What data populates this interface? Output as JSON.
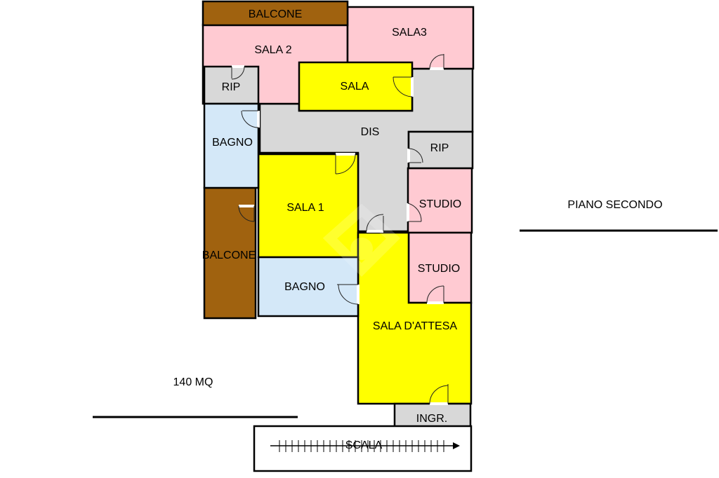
{
  "colors": {
    "balcony": "#a0620f",
    "pink": "#ffcad2",
    "yellow": "#ffff00",
    "grey": "#d8d8d8",
    "blue": "#d4e8f8",
    "line": "#000000"
  },
  "rooms": {
    "balcone_top": "BALCONE",
    "sala2": "SALA 2",
    "sala3": "SALA3",
    "sala": "SALA",
    "rip_left": "RIP",
    "dis": "DIS",
    "rip_right": "RIP",
    "bagno_left": "BAGNO",
    "sala1": "SALA 1",
    "studio_top": "STUDIO",
    "balcone_left": "BALCONE",
    "bagno_center": "BAGNO",
    "studio_bottom": "STUDIO",
    "sala_attesa": "SALA D'ATTESA",
    "ingresso": "INGR.",
    "scala": "SCALA"
  },
  "annotations": {
    "floor": "PIANO SECONDO",
    "area": "140 MQ"
  }
}
